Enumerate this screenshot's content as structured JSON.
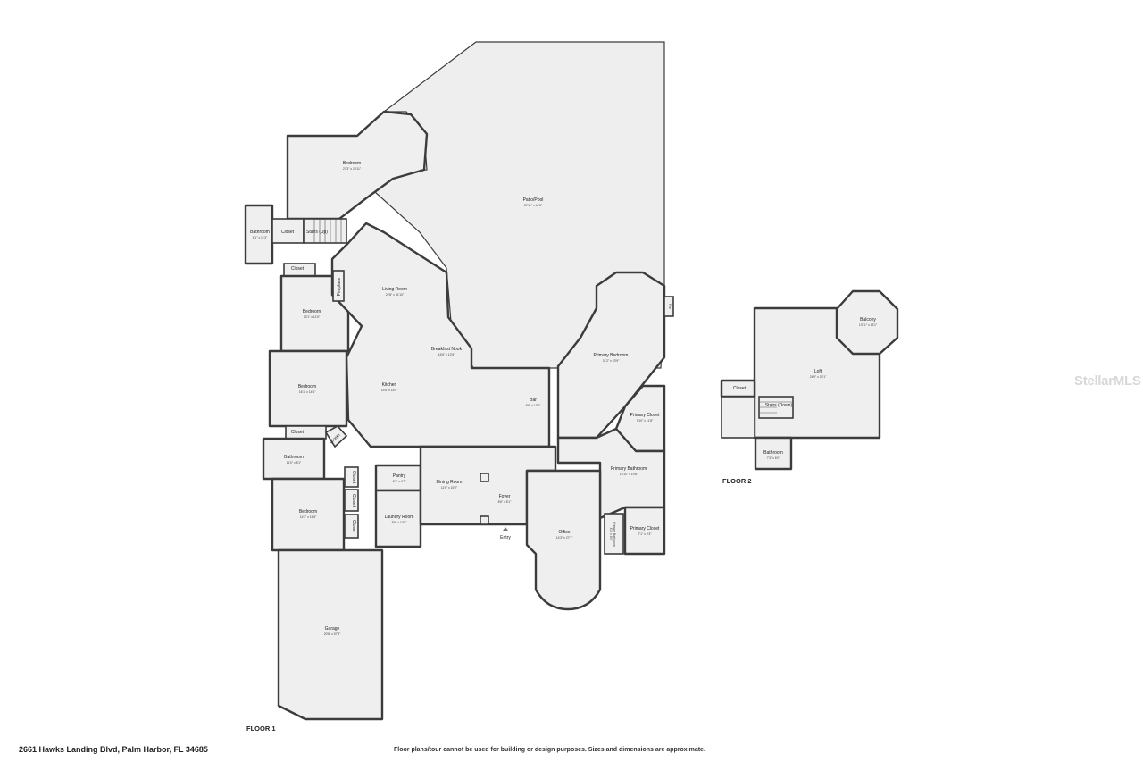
{
  "floor_labels": {
    "floor1": "FLOOR 1",
    "floor2": "FLOOR 2"
  },
  "footer": {
    "address": "2661 Hawks Landing Blvd, Palm Harbor, FL 34685",
    "disclaimer": "Floor plans/tour cannot be used for building or design purposes. Sizes and dimensions are approximate."
  },
  "watermark": "StellarMLS",
  "rooms": {
    "bedroom_upper": {
      "name": "Bedroom",
      "dim": "27'3\" x 20'11\""
    },
    "patio": {
      "name": "Patio/Pool",
      "dim": "57'11\" x 44'8\""
    },
    "bathroom_nw": {
      "name": "Bathroom",
      "dim": "8'1\" x 11'3\""
    },
    "closet_nw": {
      "name": "Closet"
    },
    "stairs_up": {
      "name": "Stairs (Up)"
    },
    "closet_w": {
      "name": "Closet"
    },
    "fireplace": {
      "name": "Fireplace"
    },
    "living_room": {
      "name": "Living Room",
      "dim": "22'8\" x 31'10\""
    },
    "bedroom_w1": {
      "name": "Bedroom",
      "dim": "13'1\" x 11'6\""
    },
    "breakfast_nook": {
      "name": "Breakfast Nook",
      "dim": "16'6\" x 12'6\""
    },
    "primary_bedroom": {
      "name": "Primary Bedroom",
      "dim": "31'2\" x 23'9\""
    },
    "bedroom_w2": {
      "name": "Bedroom",
      "dim": "16'1\" x 14'6\""
    },
    "kitchen": {
      "name": "Kitchen",
      "dim": "15'5\" x 16'5\""
    },
    "bar": {
      "name": "Bar",
      "dim": "8'5\" x 13'0\""
    },
    "primary_closet_1": {
      "name": "Primary Closet",
      "dim": "9'10\" x 11'8\""
    },
    "closet_mid": {
      "name": "Closet"
    },
    "closet_diag": {
      "name": "Closet"
    },
    "bathroom_w": {
      "name": "Bathroom",
      "dim": "11'0\" x 8'1\""
    },
    "pantry": {
      "name": "Pantry",
      "dim": "6'1\" x 4'7\""
    },
    "dining_room": {
      "name": "Dining Room",
      "dim": "11'6\" x 15'2\""
    },
    "primary_bathroom": {
      "name": "Primary Bathroom",
      "dim": "15'10\" x 19'6\""
    },
    "foyer": {
      "name": "Foyer",
      "dim": "8'6\" x 8'1\""
    },
    "bedroom_sw": {
      "name": "Bedroom",
      "dim": "14'3\" x 15'8\""
    },
    "laundry_room": {
      "name": "Laundry Room",
      "dim": "8'9\" x 10'8\""
    },
    "closet_s1": {
      "name": "Closet"
    },
    "closet_s2": {
      "name": "Closet"
    },
    "closet_s3": {
      "name": "Closet"
    },
    "office": {
      "name": "Office",
      "dim": "14'3\" x 27'1\""
    },
    "primary_closet_2": {
      "name": "Primary Closet",
      "dim": "7'1\" x 9'3\""
    },
    "primary_bathroom_small": {
      "name": "Primary Bathroom",
      "dim": "4'2\" x 8'0\""
    },
    "entry": {
      "name": "Entry"
    },
    "garage": {
      "name": "Garage",
      "dim": "20'8\" x 57'8\""
    },
    "balcony": {
      "name": "Balcony",
      "dim": "13'11\" x 13'1\""
    },
    "loft": {
      "name": "Loft",
      "dim": "24'9\" x 25'1\""
    },
    "closet_f2": {
      "name": "Closet"
    },
    "stairs_down": {
      "name": "Stairs (Down)"
    },
    "bathroom_f2": {
      "name": "Bathroom",
      "dim": "7'3\" x 6'0\""
    },
    "fire": {
      "name": "Fire"
    }
  }
}
